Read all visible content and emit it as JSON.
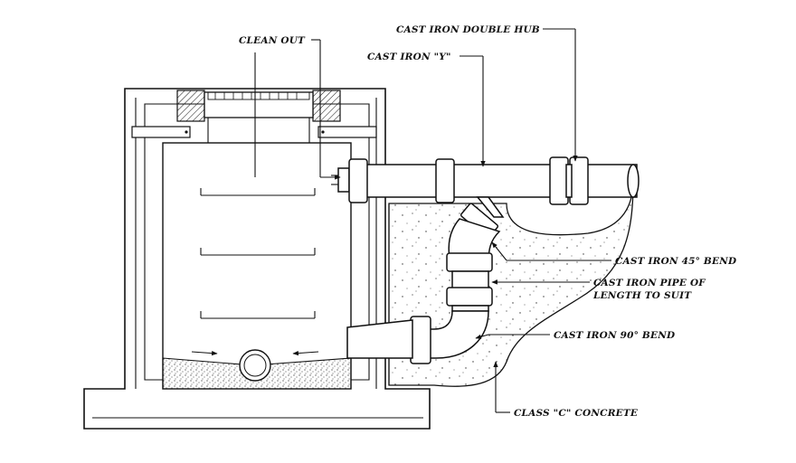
{
  "labels": {
    "clean_out": "CLEAN OUT",
    "double_hub": "CAST IRON DOUBLE HUB",
    "cast_iron_y": "CAST IRON \"Y\"",
    "bend_45": "CAST IRON 45° BEND",
    "pipe_line1": "CAST IRON PIPE OF",
    "pipe_line2": "LENGTH TO SUIT",
    "bend_90": "CAST IRON 90° BEND",
    "concrete": "CLASS \"C\" CONCRETE"
  },
  "colors": {
    "line": "#111111",
    "background": "#ffffff",
    "stipple": "#333333"
  }
}
